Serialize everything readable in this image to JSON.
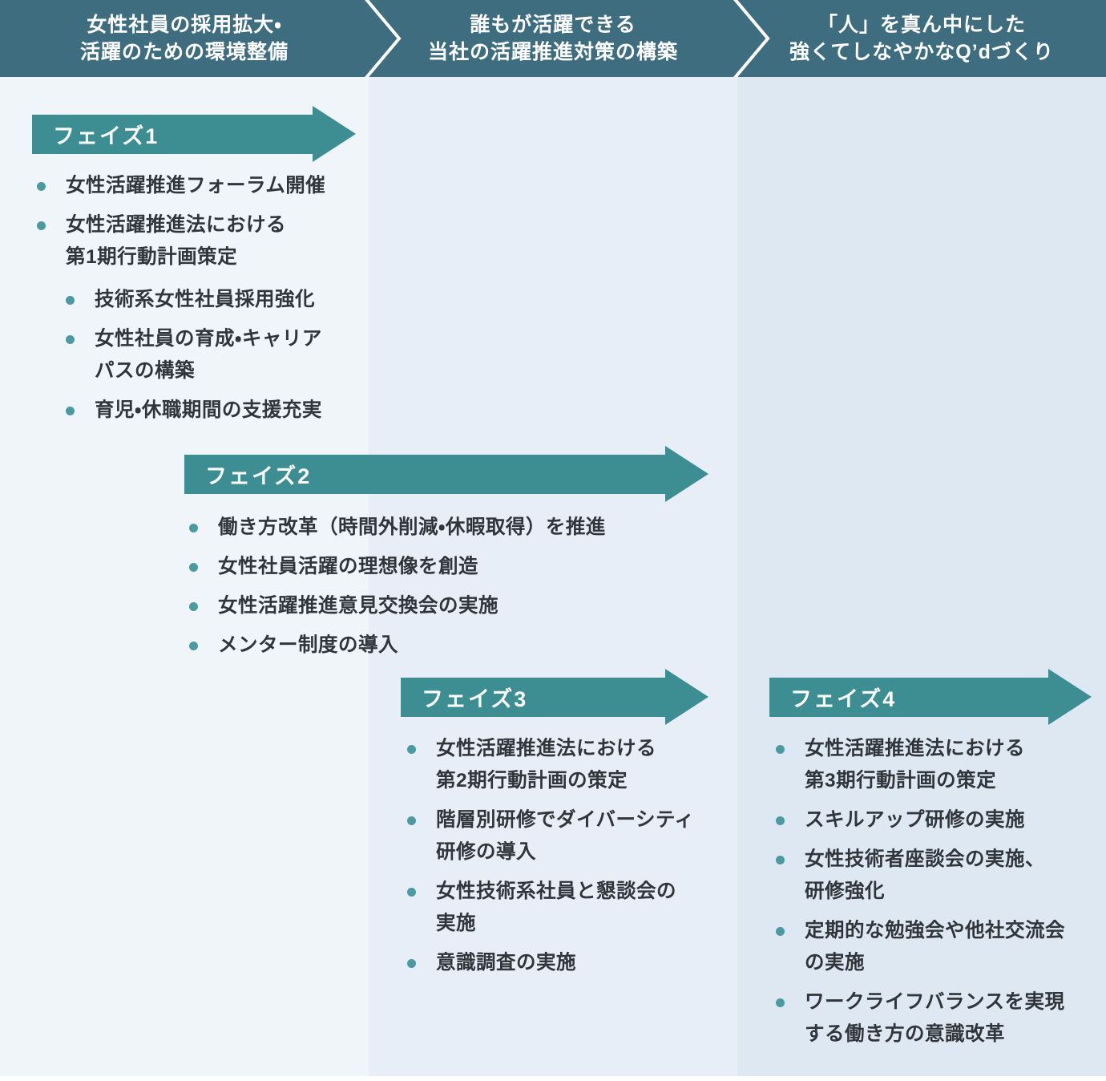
{
  "header": {
    "steps": [
      {
        "label": "女性社員の採用拡大・\n活躍のための環境整備"
      },
      {
        "label": "誰もが活躍できる\n当社の活躍推進対策の構築"
      },
      {
        "label": "「人」を真ん中にした\n強くてしなやかなQ’dづくり"
      }
    ]
  },
  "phases": [
    {
      "label": "フェイズ1",
      "items": [
        "女性活躍推進フォーラム開催",
        "女性活躍推進法における\n第1期行動計画策定"
      ],
      "sub_items": [
        "技術系女性社員採用強化",
        "女性社員の育成・キャリア\nパスの構築",
        "育児・休職期間の支援充実"
      ]
    },
    {
      "label": "フェイズ2",
      "items": [
        "働き方改革（時間外削減・休暇取得）を推進",
        "女性社員活躍の理想像を創造",
        "女性活躍推進意見交換会の実施",
        "メンター制度の導入"
      ]
    },
    {
      "label": "フェイズ3",
      "items": [
        "女性活躍推進法における\n第2期行動計画の策定",
        "階層別研修でダイバーシティ\n研修の導入",
        "女性技術系社員と懇談会の\n実施",
        "意識調査の実施"
      ]
    },
    {
      "label": "フェイズ4",
      "items": [
        "女性活躍推進法における\n第3期行動計画の策定",
        "スキルアップ研修の実施",
        "女性技術者座談会の実施、\n研修強化",
        "定期的な勉強会や他社交流会\nの実施",
        "ワークライフバランスを実現\nする働き方の意識改革"
      ]
    }
  ],
  "colors": {
    "header_band": "#3e6d80",
    "phase_arrow": "#3d8e93",
    "bullet_dot": "#4a9aa0",
    "body_text": "#30353c",
    "column_1_bg": "#f0f5f9",
    "column_2_bg": "#e8eef8",
    "column_3_bg": "#dde8f3"
  }
}
